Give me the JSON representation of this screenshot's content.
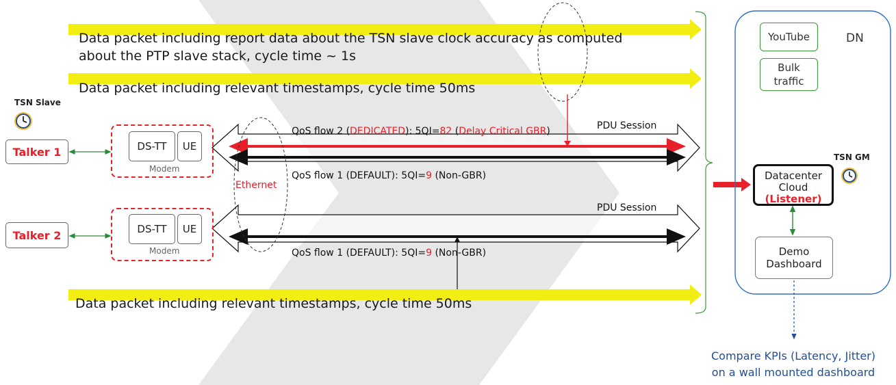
{
  "banners": {
    "top_line1": "Data packet including report data about the TSN slave clock accuracy as computed",
    "top_line2": "about the PTP slave stack, cycle time ~ 1s",
    "middle": "Data packet including relevant timestamps, cycle time 50ms",
    "bottom": "Data packet including relevant timestamps, cycle time 50ms"
  },
  "tsn_slave_label": "TSN Slave",
  "talkers": [
    "Talker 1",
    "Talker 2"
  ],
  "modems": [
    {
      "dstt": "DS-TT",
      "ue": "UE",
      "label": "Modem"
    },
    {
      "dstt": "DS-TT",
      "ue": "UE",
      "label": "Modem"
    }
  ],
  "ethernet_label": "Ethernet",
  "pdu_sessions": [
    "PDU Session",
    "PDU Session"
  ],
  "qos_flow2": {
    "prefix": "QoS flow 2 (",
    "dedicated": "DEDICATED",
    "mid": "): 5QI=",
    "qi": "82",
    "space": " (",
    "type": "Delay Critical GBR",
    "suffix": ")"
  },
  "qos_flow1_a": {
    "prefix": "QoS flow 1 (DEFAULT): 5QI=",
    "qi": "9",
    "suffix": " (Non-GBR)"
  },
  "qos_flow1_b": {
    "prefix": "QoS flow 1 (DEFAULT): 5QI=",
    "qi": "9",
    "suffix": " (Non-GBR)"
  },
  "dn": {
    "label": "DN",
    "youtube": "YouTube",
    "bulk_line1": "Bulk",
    "bulk_line2": "traffic",
    "tsn_gm": "TSN GM",
    "datacenter_line1": "Datacenter",
    "datacenter_line2": "Cloud",
    "listener": "(Listener)",
    "demo_line1": "Demo",
    "demo_line2": "Dashboard"
  },
  "kpi_line1": "Compare KPIs (Latency, Jitter)",
  "kpi_line2": "on a wall mounted dashboard",
  "colors": {
    "accent_red": "#e8202a",
    "banner_yellow": "#f2ee12",
    "link_green": "#2a8a3a",
    "dn_border": "#2f6fc4",
    "kpi_blue": "#1f4e9a",
    "chevron_grey": "#e6e6e6"
  },
  "icons": [
    "clock-icon",
    "clock-icon"
  ]
}
